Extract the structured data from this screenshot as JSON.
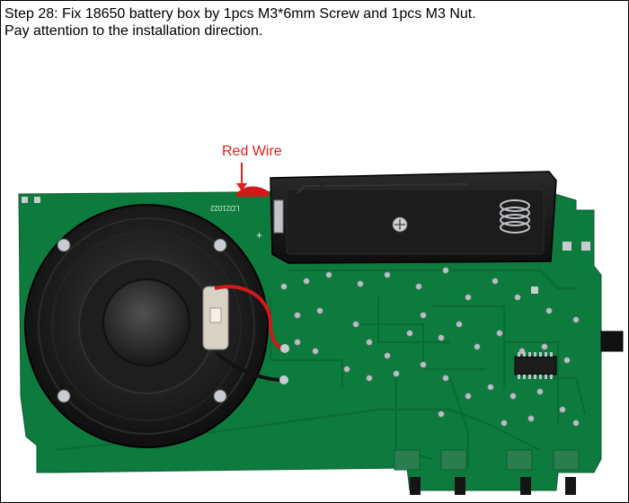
{
  "caption": {
    "line1": "Step 28: Fix 18650 battery box by 1pcs M3*6mm Screw and 1pcs M3 Nut.",
    "line2": "Pay attention to the installation direction."
  },
  "annotation": {
    "label": "Red Wire"
  },
  "board": {
    "silkscreen": "LD21022",
    "plus_mark": "+"
  },
  "colors": {
    "pcb_green": "#0d7a3e",
    "trace_green": "#0a6a34",
    "annotation_red": "#e02020",
    "speaker_black": "#141414",
    "battery_box_black": "#1a1a1a"
  },
  "icons": [
    "red-arrow-icon",
    "speaker",
    "battery-holder",
    "ic-chip"
  ]
}
